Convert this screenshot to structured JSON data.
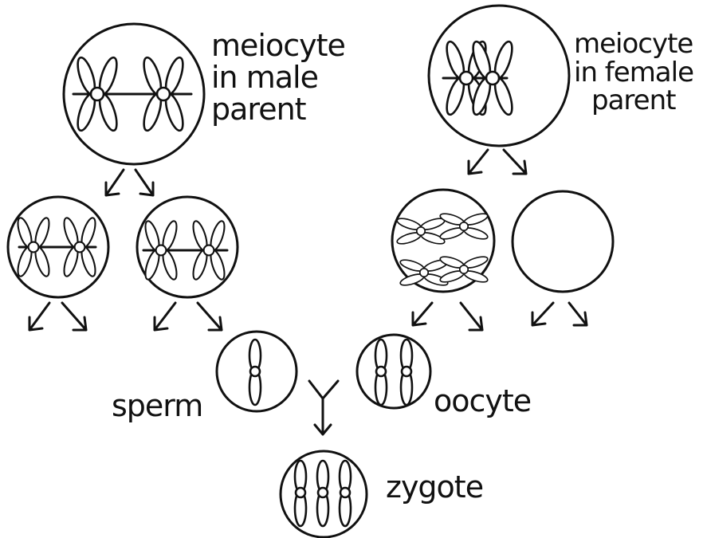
{
  "labels": {
    "meiocyte_male": [
      "meiocyte",
      "in male",
      "parent"
    ],
    "meiocyte_female": [
      "meiocyte",
      "in female",
      "parent"
    ],
    "sperm": "sperm",
    "oocyte": "oocyte",
    "zygote": "zygote"
  },
  "colors": {
    "ink": "#111111",
    "background": "#ffffff"
  }
}
